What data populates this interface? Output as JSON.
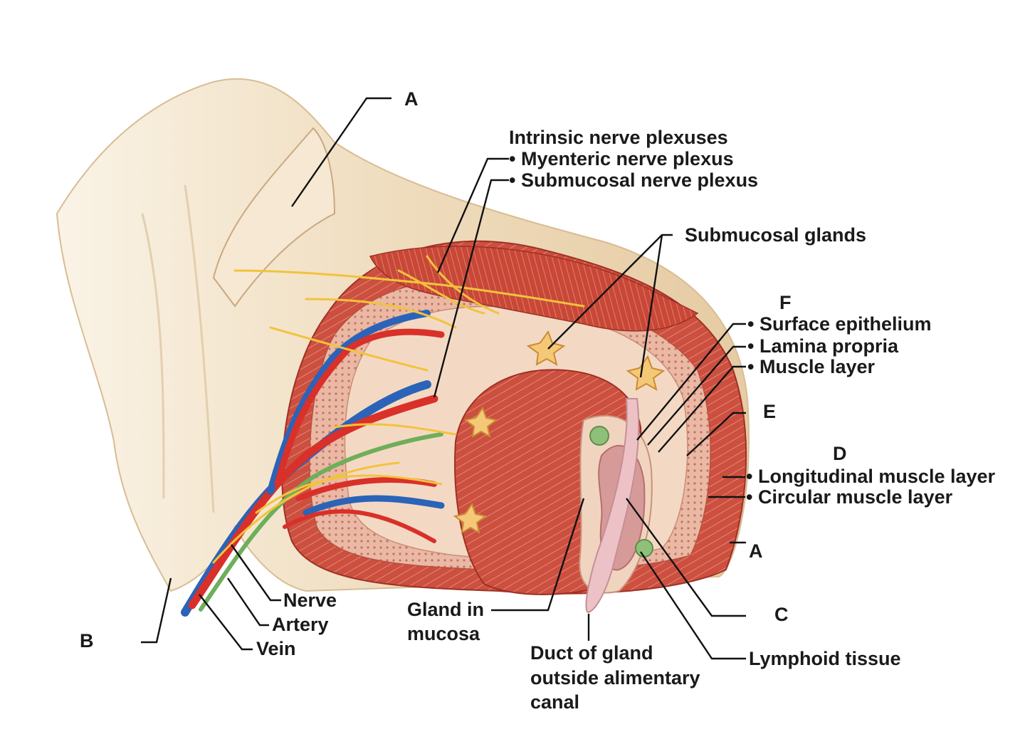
{
  "letters": {
    "a_top": "A",
    "a_right": "A",
    "b": "B",
    "c": "C",
    "d": "D",
    "e": "E",
    "f": "F"
  },
  "labels": {
    "intrinsic": "Intrinsic nerve plexuses",
    "myenteric": "• Myenteric nerve plexus",
    "submucosal_plexus": "• Submucosal nerve plexus",
    "submucosal_glands": "Submucosal glands",
    "surface_epithelium": "• Surface epithelium",
    "lamina_propria": "• Lamina propria",
    "muscle_layer": "• Muscle layer",
    "longitudinal": "• Longitudinal muscle layer",
    "circular": "• Circular muscle layer",
    "nerve": "Nerve",
    "artery": "Artery",
    "vein": "Vein",
    "gland_mucosa_1": "Gland in",
    "gland_mucosa_2": "mucosa",
    "duct_1": "Duct of gland",
    "duct_2": "outside alimentary",
    "duct_3": "canal",
    "lymphoid": "Lymphoid tissue"
  },
  "colors": {
    "serosa": "#f2e2c8",
    "muscle": "#c9483a",
    "muscle_light": "#e08a74",
    "submucosa": "#f4dcc8",
    "mucosa": "#e8b4b0",
    "artery": "#d9302a",
    "vein": "#2b63b8",
    "nerve": "#f2c33c",
    "lymph": "#6fae5a"
  }
}
